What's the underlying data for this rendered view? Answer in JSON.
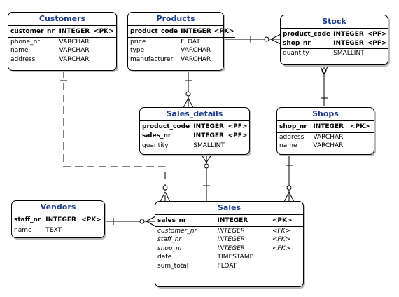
{
  "entities": {
    "customers": {
      "title": "Customers",
      "attrs": [
        {
          "name": "customer_nr",
          "type": "INTEGER",
          "key": "<PK>"
        },
        {
          "name": "phone_nr",
          "type": "VARCHAR",
          "key": ""
        },
        {
          "name": "name",
          "type": "VARCHAR",
          "key": ""
        },
        {
          "name": "address",
          "type": "VARCHAR",
          "key": ""
        }
      ]
    },
    "products": {
      "title": "Products",
      "attrs": [
        {
          "name": "product_code",
          "type": "INTEGER",
          "key": "<PK>"
        },
        {
          "name": "price",
          "type": "FLOAT",
          "key": ""
        },
        {
          "name": "type",
          "type": "VARCHAR",
          "key": ""
        },
        {
          "name": "manufacturer",
          "type": "VARCHAR",
          "key": ""
        }
      ]
    },
    "stock": {
      "title": "Stock",
      "attrs": [
        {
          "name": "product_code",
          "type": "INTEGER",
          "key": "<PF>"
        },
        {
          "name": "shop_nr",
          "type": "INTEGER",
          "key": "<PF>"
        },
        {
          "name": "quantity",
          "type": "SMALLINT",
          "key": ""
        }
      ]
    },
    "sales_details": {
      "title": "Sales_details",
      "attrs": [
        {
          "name": "product_code",
          "type": "INTEGER",
          "key": "<PF>"
        },
        {
          "name": "sales_nr",
          "type": "INTEGER",
          "key": "<PF>"
        },
        {
          "name": "quantity",
          "type": "SMALLINT",
          "key": ""
        }
      ]
    },
    "shops": {
      "title": "Shops",
      "attrs": [
        {
          "name": "shop_nr",
          "type": "INTEGER",
          "key": "<PK>"
        },
        {
          "name": "address",
          "type": "VARCHAR",
          "key": ""
        },
        {
          "name": "name",
          "type": "VARCHAR",
          "key": ""
        }
      ]
    },
    "vendors": {
      "title": "Vendors",
      "attrs": [
        {
          "name": "staff_nr",
          "type": "INTEGER",
          "key": "<PK>"
        },
        {
          "name": "name",
          "type": "TEXT",
          "key": ""
        }
      ]
    },
    "sales": {
      "title": "Sales",
      "attrs": [
        {
          "name": "sales_nr",
          "type": "INTEGER",
          "key": "<PK>"
        },
        {
          "name": "customer_nr",
          "type": "INTEGER",
          "key": "<FK>"
        },
        {
          "name": "staff_nr",
          "type": "INTEGER",
          "key": "<FK>"
        },
        {
          "name": "shop_nr",
          "type": "INTEGER",
          "key": "<FK>"
        },
        {
          "name": "date",
          "type": "TIMESTAMP",
          "key": ""
        },
        {
          "name": "sum_total",
          "type": "FLOAT",
          "key": ""
        }
      ]
    }
  },
  "colors": {
    "title_text": "#1c3d8c",
    "border": "#000000",
    "shadow": "#b9b9b9"
  }
}
